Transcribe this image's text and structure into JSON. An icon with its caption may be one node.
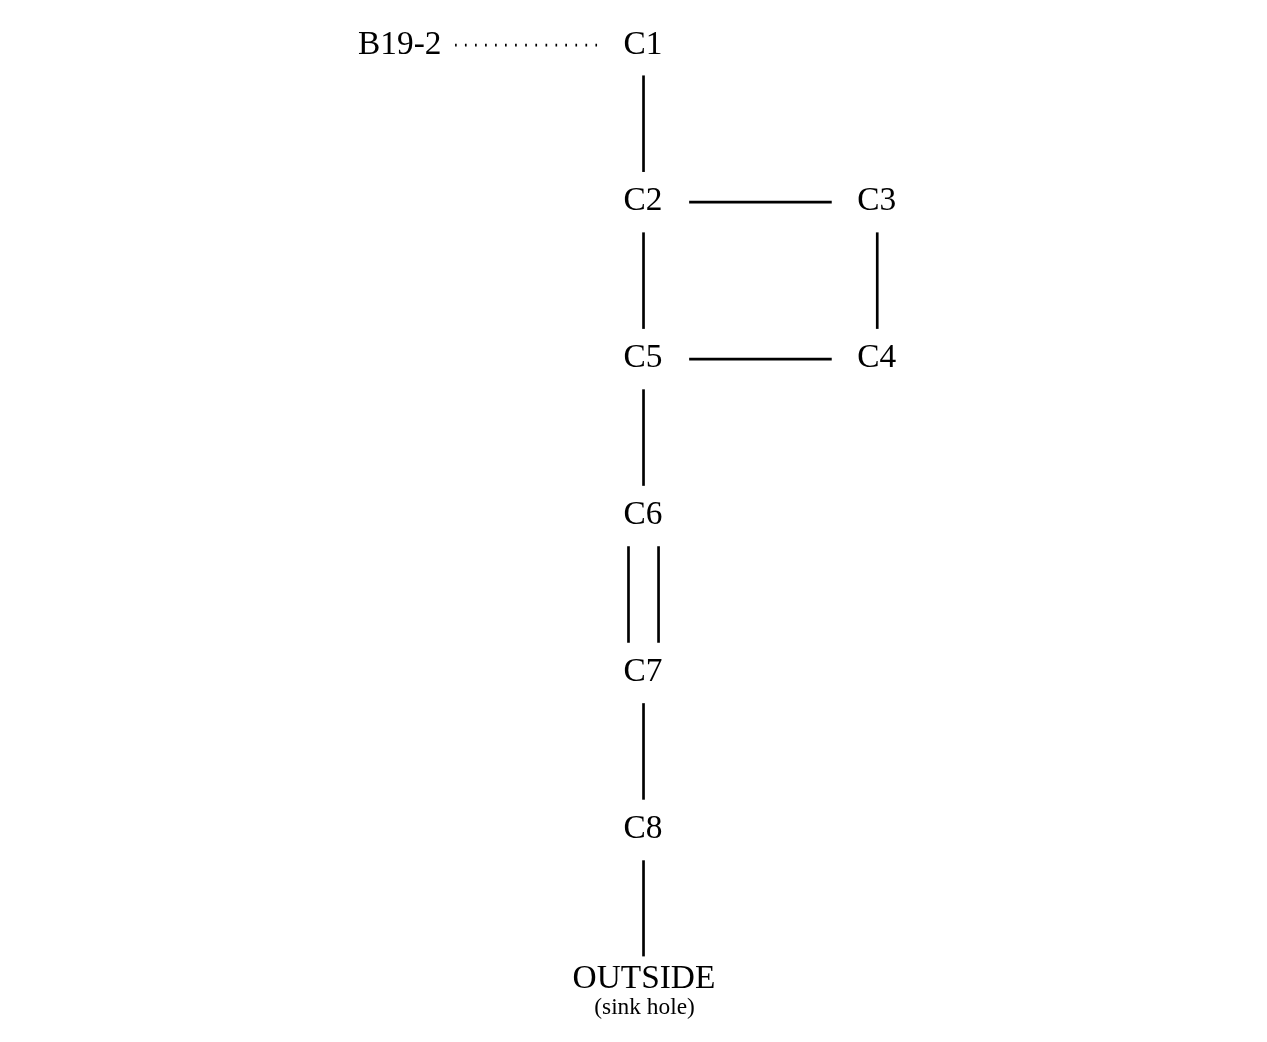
{
  "diagram": {
    "nodes": [
      {
        "text": [
          "B19-2"
        ]
      },
      {
        "text": [
          "C1"
        ]
      },
      {
        "text": [
          "C2"
        ]
      },
      {
        "text": [
          "C3"
        ]
      },
      {
        "text": [
          "C4"
        ]
      },
      {
        "text": [
          "C5"
        ]
      },
      {
        "text": [
          "C6"
        ]
      },
      {
        "text": [
          "C7"
        ]
      },
      {
        "text": [
          "C8"
        ]
      },
      {
        "text": [
          "OUTSIDE",
          "(sink hole)"
        ]
      }
    ],
    "edges": [
      {
        "from": 0,
        "to": 1,
        "arrow": "none",
        "style": "dashed"
      },
      {
        "from": 1,
        "to": 2,
        "arrow": "none"
      },
      {
        "from": 2,
        "to": 3,
        "arrow": "none"
      },
      {
        "from": 3,
        "to": 4,
        "arrow": "none"
      },
      {
        "from": 2,
        "to": 5,
        "arrow": "none"
      },
      {
        "from": 5,
        "to": 4,
        "arrow": "none"
      },
      {
        "from": 5,
        "to": 6,
        "arrow": "none"
      },
      {
        "from": 6,
        "to": 7,
        "arrow": "none"
      },
      {
        "from": 6,
        "to": 7,
        "arrow": "none"
      },
      {
        "from": 7,
        "to": 8,
        "arrow": "none"
      },
      {
        "from": 8,
        "to": 9,
        "arrow": "none"
      }
    ]
  }
}
